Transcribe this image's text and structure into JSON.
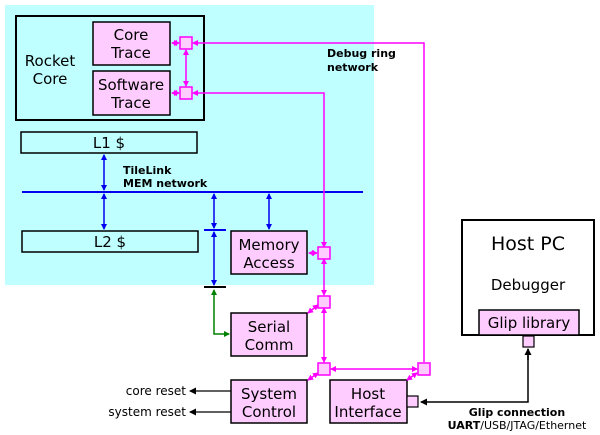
{
  "title": "Debug system architecture",
  "colors": {
    "soc_background": "#bfffff",
    "module_fill": "#ffccff",
    "debug_ring": "#ff00ff",
    "mem_network": "#0000ee",
    "serial_link": "#008000",
    "outline": "#000000"
  },
  "rocket_core": {
    "label_line1": "Rocket",
    "label_line2": "Core"
  },
  "core_trace": {
    "line1": "Core",
    "line2": "Trace"
  },
  "software_trace": {
    "line1": "Software",
    "line2": "Trace"
  },
  "l1_cache": {
    "label": "L1 $"
  },
  "l2_cache": {
    "label": "L2 $"
  },
  "tilelink_label": {
    "line1": "TileLink",
    "line2": "MEM network"
  },
  "debug_ring_label": {
    "line1": "Debug ring",
    "line2": "network"
  },
  "memory_access": {
    "line1": "Memory",
    "line2": "Access"
  },
  "serial_comm": {
    "line1": "Serial",
    "line2": "Comm"
  },
  "system_control": {
    "line1": "System",
    "line2": "Control"
  },
  "host_interface": {
    "line1": "Host",
    "line2": "Interface"
  },
  "reset_outputs": {
    "core_reset": "core reset",
    "system_reset": "system reset"
  },
  "host_pc": {
    "title": "Host PC",
    "debugger": "Debugger",
    "glip_library": "Glip library"
  },
  "glip_connection": {
    "title": "Glip connection",
    "transport_bold": "UART",
    "transport_rest": "/USB/JTAG/Ethernet"
  }
}
